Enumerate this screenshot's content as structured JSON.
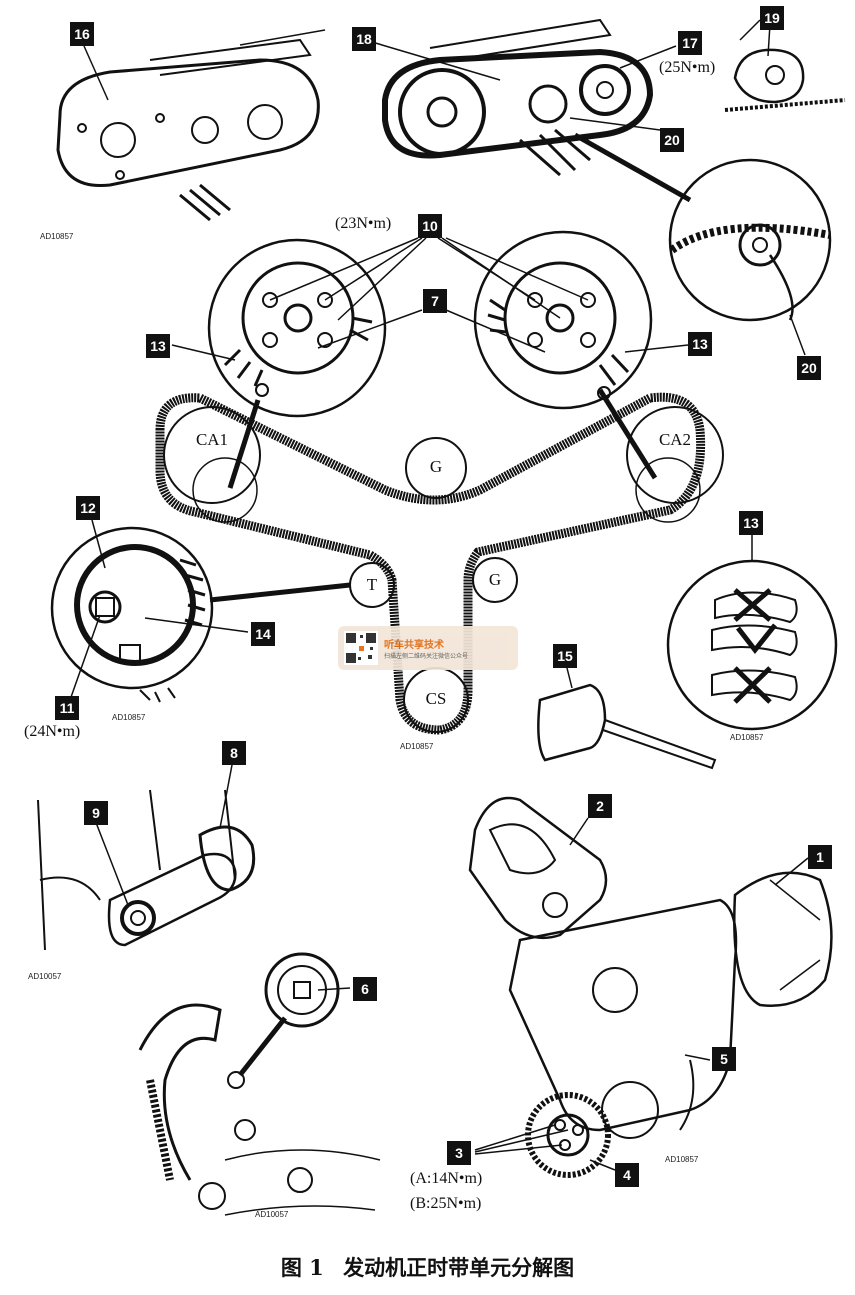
{
  "callouts": {
    "n1": "1",
    "n2": "2",
    "n3": "3",
    "n4": "4",
    "n5": "5",
    "n6": "6",
    "n7": "7",
    "n8": "8",
    "n9": "9",
    "n10": "10",
    "n11": "11",
    "n12": "12",
    "n13a": "13",
    "n13b": "13",
    "n13c": "13",
    "n14": "14",
    "n15": "15",
    "n16": "16",
    "n17": "17",
    "n18": "18",
    "n19": "19",
    "n20a": "20",
    "n20b": "20"
  },
  "torques": {
    "t17": "(25N•m)",
    "t10": "(23N•m)",
    "t11": "(24N•m)",
    "t3a": "(A:14N•m)",
    "t3b": "(B:25N•m)"
  },
  "pulleys": {
    "ca1": "CA1",
    "ca2": "CA2",
    "g_top": "G",
    "g_right": "G",
    "tensioner": "T",
    "crank": "CS"
  },
  "ad_codes": {
    "c1": "AD10857",
    "c2": "AD10857",
    "c3": "AD10857",
    "c4": "AD10857",
    "c5": "AD10057",
    "c6": "AD10057",
    "c7": "AD10857"
  },
  "watermark": {
    "title": "听车共享技术",
    "subtitle": "扫描左侧二维码关注微信公众号"
  },
  "caption": {
    "figure_no": "图 1",
    "text": "发动机正时带单元分解图"
  }
}
